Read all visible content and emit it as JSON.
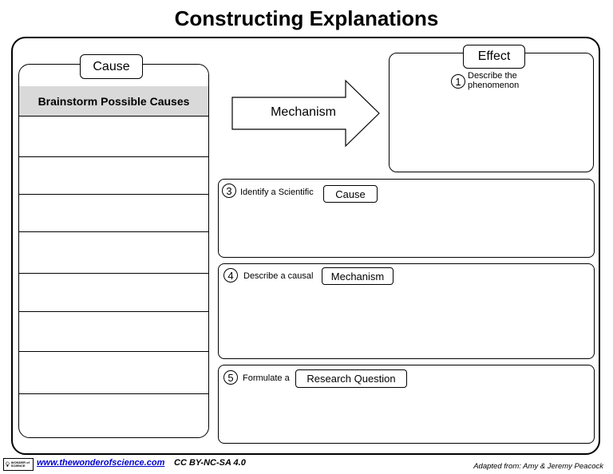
{
  "title": "Constructing Explanations",
  "cause": {
    "tab_label": "Cause",
    "brainstorm_header": "Brainstorm Possible Causes",
    "rows": [
      "",
      "",
      "",
      "",
      "",
      "",
      "",
      ""
    ]
  },
  "mechanism_arrow": {
    "label": "Mechanism"
  },
  "effect": {
    "tab_label": "Effect",
    "step_number": "1",
    "step_text": "Describe the phenomenon"
  },
  "steps": [
    {
      "number": "3",
      "text": "Identify a Scientific",
      "tag": "Cause"
    },
    {
      "number": "4",
      "text": "Describe a causal",
      "tag": "Mechanism"
    },
    {
      "number": "5",
      "text": "Formulate a",
      "tag": "Research Question"
    }
  ],
  "footer": {
    "logo_text": "WONDER of SCIENCE",
    "website": "www.thewonderofscience.com",
    "license": "CC BY-NC-SA 4.0",
    "credit": "Adapted from:  Amy & Jeremy Peacock"
  }
}
